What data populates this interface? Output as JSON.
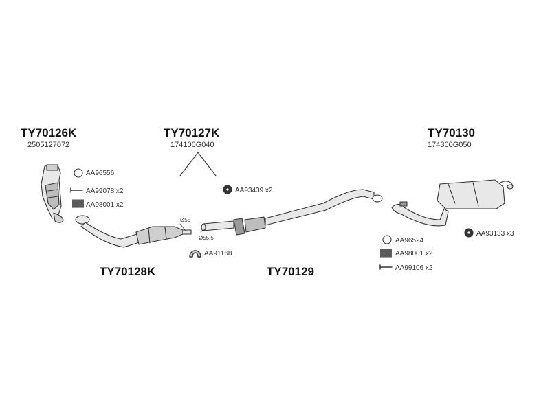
{
  "assemblies": [
    {
      "id": "TY70126K",
      "oe": "2505127072"
    },
    {
      "id": "TY70127K",
      "oe": "174100G040"
    },
    {
      "id": "TY70130",
      "oe": "174300G050"
    },
    {
      "id": "TY70128K"
    },
    {
      "id": "TY70129"
    }
  ],
  "parts": {
    "aa96556": "AA96556",
    "aa99078": "AA99078 x2",
    "aa98001_left": "AA98001 x2",
    "aa93439": "AA93439 x2",
    "aa91168": "AA91168",
    "aa96524": "AA96524",
    "aa98001_right": "AA98001 x2",
    "aa99106": "AA99106 x2",
    "aa93133": "AA93133 x3"
  },
  "dimensions": {
    "d55": "Ø55",
    "d55_5": "Ø55.5"
  },
  "colors": {
    "line": "#333333",
    "pipe_fill": "#e8e8e8",
    "shade": "#9a9a9a"
  }
}
